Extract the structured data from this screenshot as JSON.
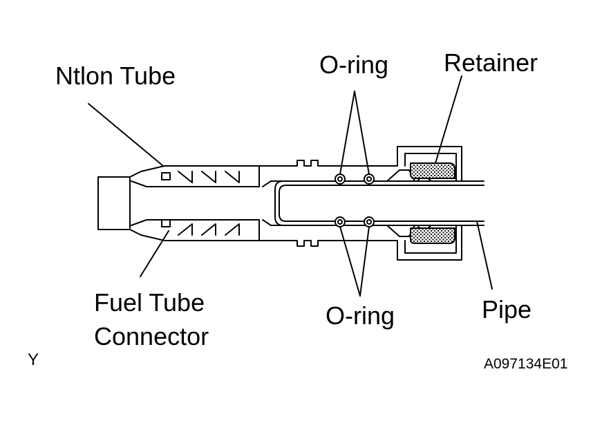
{
  "labels": {
    "nylon_tube": "Ntlon Tube",
    "o_ring_top": "O-ring",
    "retainer": "Retainer",
    "fuel_tube_connector_line1": "Fuel Tube",
    "fuel_tube_connector_line2": "Connector",
    "o_ring_bottom": "O-ring",
    "pipe": "Pipe",
    "corner_mark": "Y",
    "figure_id": "A097134E01"
  },
  "colors": {
    "line": "#000000",
    "background": "#ffffff",
    "hatch": "#000000"
  }
}
